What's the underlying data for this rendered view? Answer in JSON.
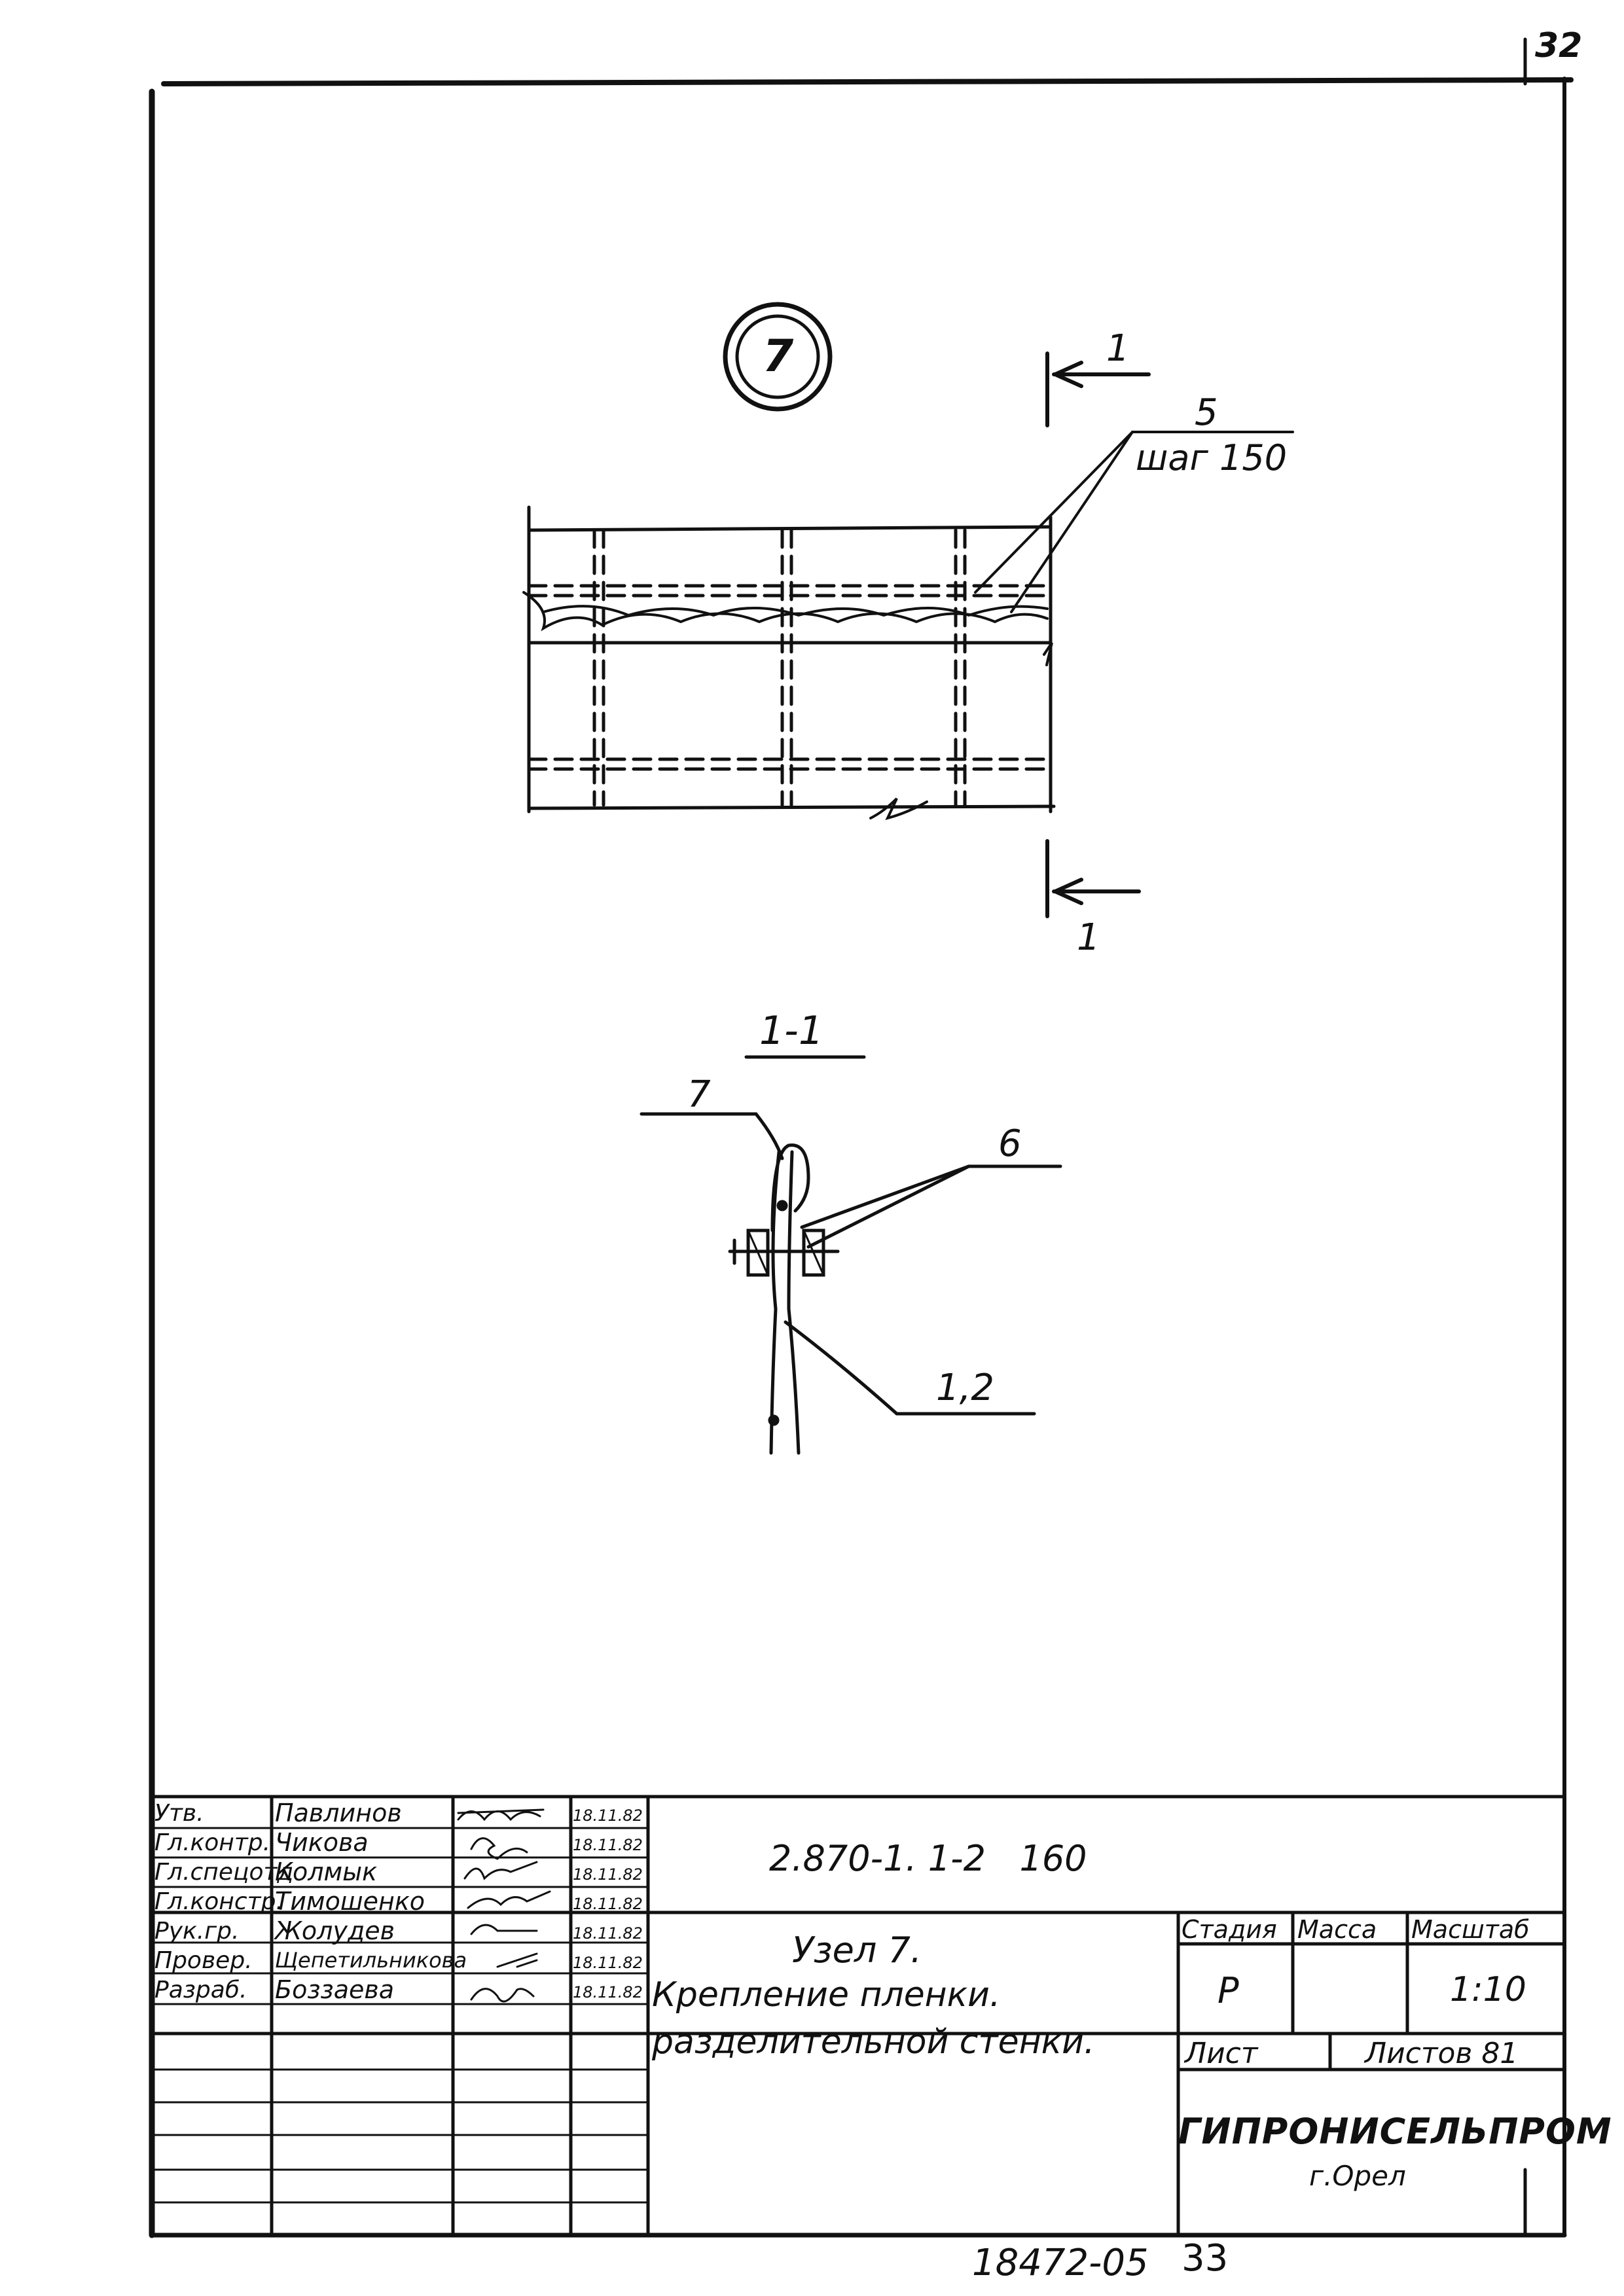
{
  "sheet_corner_number": "32",
  "drawing": {
    "node_number": "7",
    "section_mark": "1",
    "callout_5": "5",
    "callout_5_note": "шаг 150",
    "section_title": "1-1",
    "callout_7": "7",
    "callout_6": "6",
    "callout_12": "1,2"
  },
  "title_block": {
    "roles": [
      "Утв.",
      "Гл.контр.",
      "Гл.спецотд",
      "Гл.констр.",
      "Рук.гр.",
      "Провер.",
      "Разраб."
    ],
    "names": [
      "Павлинов",
      "Чикова",
      "Колмык",
      "Тимошенко",
      "Жолудев",
      "Щепетильникова",
      "Боззаева"
    ],
    "dates": [
      "18.11.82",
      "18.11.82",
      "18.11.82",
      "18.11.82",
      "18.11.82",
      "18.11.82",
      "18.11.82"
    ],
    "document_code": "2.870-1. 1-2   160",
    "title_line1": "Узел 7.",
    "title_line2": "Крепление пленки.",
    "title_line3": "разделительной стенки.",
    "stage_header": "Стадия",
    "mass_header": "Масса",
    "scale_header": "Масштаб",
    "stage_value": "Р",
    "scale_value": "1:10",
    "sheet_label": "Лист",
    "sheets_label": "Листов 81",
    "organization": "ГИПРОНИСЕЛЬПРОМ",
    "city": "г.Орел"
  },
  "footer": {
    "archive_number": "18472-05",
    "page_number": "33"
  }
}
